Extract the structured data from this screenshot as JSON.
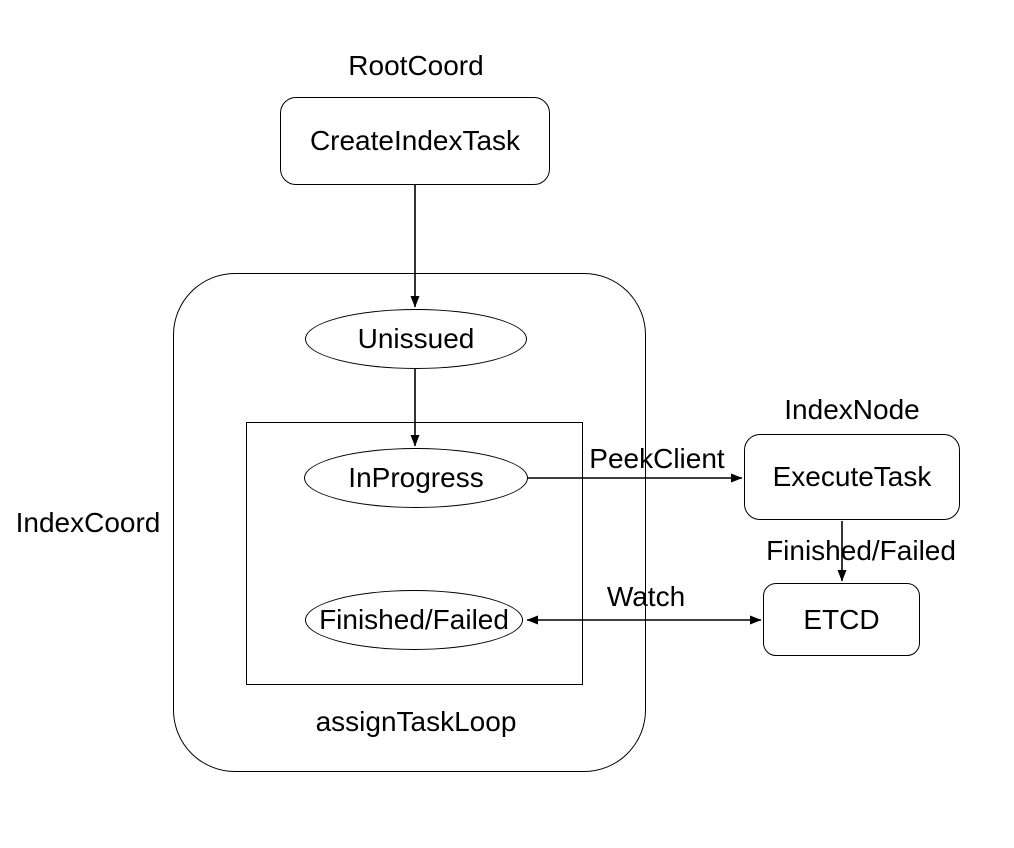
{
  "diagram": {
    "colors": {
      "background": "#ffffff",
      "stroke": "#000000",
      "text": "#000000"
    },
    "groups": {
      "root_coord": {
        "label": "RootCoord"
      },
      "index_coord": {
        "label": "IndexCoord"
      },
      "index_node": {
        "label": "IndexNode"
      },
      "assign_task_loop": {
        "label": "assignTaskLoop"
      }
    },
    "nodes": {
      "create_index_task": {
        "label": "CreateIndexTask",
        "shape": "rounded-rect"
      },
      "unissued": {
        "label": "Unissued",
        "shape": "ellipse"
      },
      "in_progress": {
        "label": "InProgress",
        "shape": "ellipse"
      },
      "finished_failed": {
        "label": "Finished/Failed",
        "shape": "ellipse"
      },
      "execute_task": {
        "label": "ExecuteTask",
        "shape": "rounded-rect"
      },
      "etcd": {
        "label": "ETCD",
        "shape": "rounded-rect"
      }
    },
    "edge_labels": {
      "peek_client": {
        "label": "PeekClient"
      },
      "finished_failed": {
        "label": "Finished/Failed"
      },
      "watch": {
        "label": "Watch"
      }
    }
  }
}
